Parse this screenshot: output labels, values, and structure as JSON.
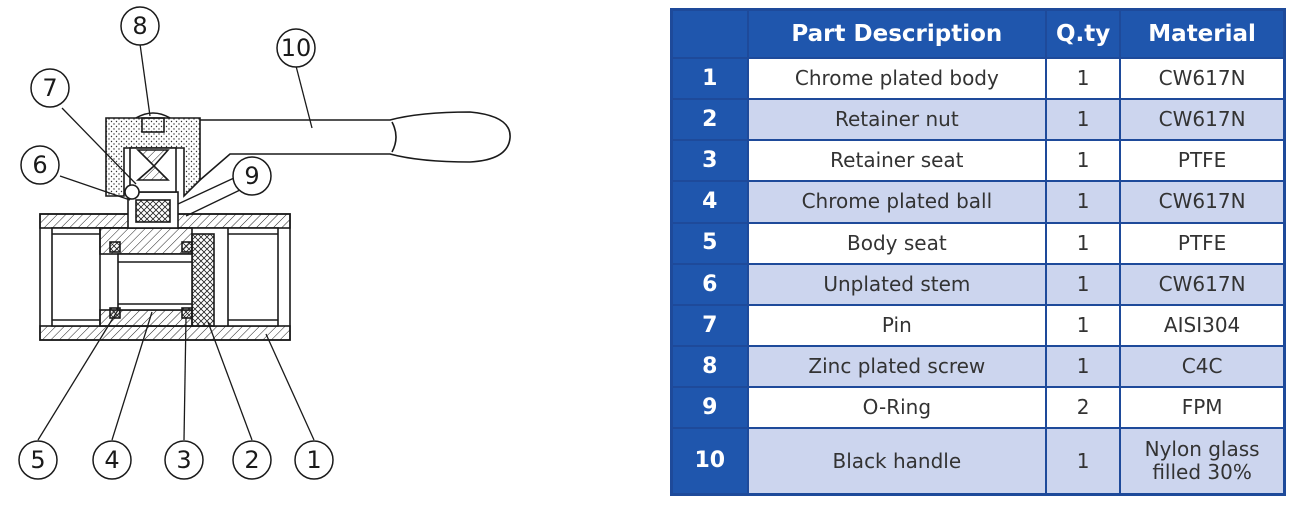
{
  "callouts": [
    "1",
    "2",
    "3",
    "4",
    "5",
    "6",
    "7",
    "8",
    "9",
    "10"
  ],
  "table": {
    "headers": {
      "description": "Part Description",
      "qty": "Q.ty",
      "material": "Material"
    },
    "rows": [
      {
        "num": "1",
        "desc": "Chrome plated body",
        "qty": "1",
        "mat": "CW617N"
      },
      {
        "num": "2",
        "desc": "Retainer nut",
        "qty": "1",
        "mat": "CW617N"
      },
      {
        "num": "3",
        "desc": "Retainer seat",
        "qty": "1",
        "mat": "PTFE"
      },
      {
        "num": "4",
        "desc": "Chrome plated ball",
        "qty": "1",
        "mat": "CW617N"
      },
      {
        "num": "5",
        "desc": "Body seat",
        "qty": "1",
        "mat": "PTFE"
      },
      {
        "num": "6",
        "desc": "Unplated stem",
        "qty": "1",
        "mat": "CW617N"
      },
      {
        "num": "7",
        "desc": "Pin",
        "qty": "1",
        "mat": "AISI304"
      },
      {
        "num": "8",
        "desc": "Zinc plated screw",
        "qty": "1",
        "mat": "C4C"
      },
      {
        "num": "9",
        "desc": "O-Ring",
        "qty": "2",
        "mat": "FPM"
      },
      {
        "num": "10",
        "desc": "Black handle",
        "qty": "1",
        "mat": "Nylon glass filled 30%"
      }
    ]
  },
  "colors": {
    "header_blue": "#1f56ad",
    "row_alt": "#ccd5ee",
    "border": "#1e4a9a"
  }
}
